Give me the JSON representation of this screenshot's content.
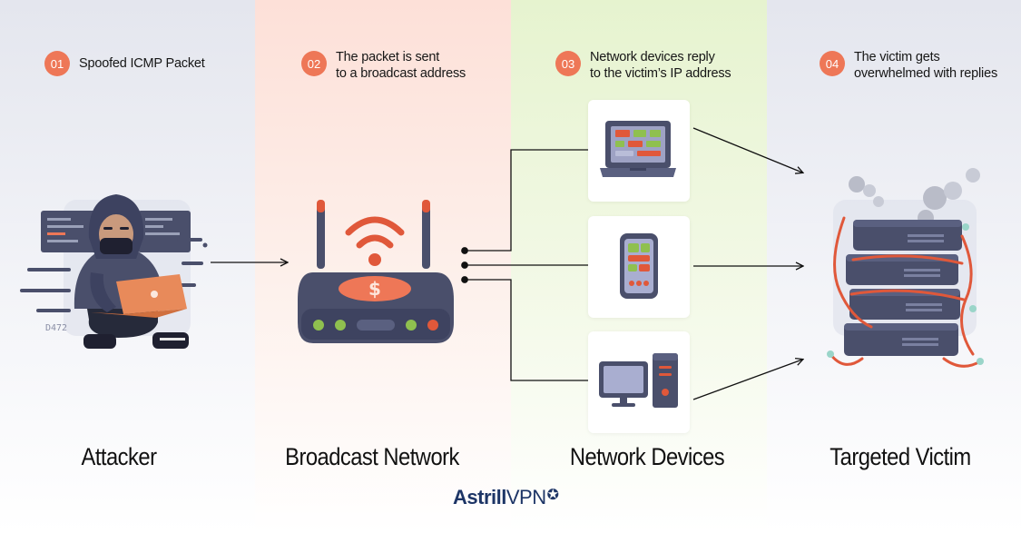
{
  "steps": [
    {
      "num": "01",
      "line1": "Spoofed ICMP Packet",
      "line2": ""
    },
    {
      "num": "02",
      "line1": "The packet is sent",
      "line2": "to a broadcast address"
    },
    {
      "num": "03",
      "line1": "Network devices reply",
      "line2": "to the victim’s IP address"
    },
    {
      "num": "04",
      "line1": "The victim gets",
      "line2": "overwhelmed with replies"
    }
  ],
  "columns": [
    "Attacker",
    "Broadcast Network",
    "Network Devices",
    "Targeted Victim"
  ],
  "brand": {
    "name_bold": "Astrill",
    "name_regular": "VPN"
  },
  "colors": {
    "accent": "#ee7757",
    "navy": "#4a4f6b",
    "green": "#8fc04f",
    "red": "#e0583a",
    "brand": "#1d3566"
  },
  "icons": [
    "hacker-icon",
    "router-icon",
    "laptop-icon",
    "phone-icon",
    "desktop-icon",
    "server-stack-icon"
  ]
}
